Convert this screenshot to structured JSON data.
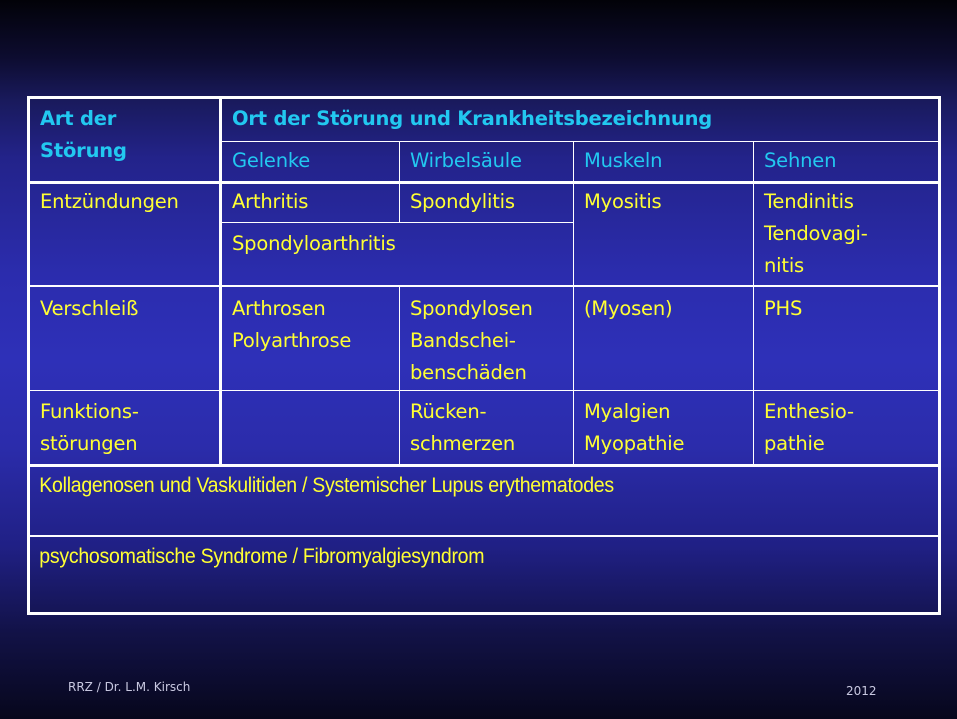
{
  "table": {
    "header": {
      "art": [
        "Art der",
        "Störung"
      ],
      "ort": "Ort der Störung und Krankheitsbezeichnung",
      "columns": [
        "Gelenke",
        "Wirbelsäule",
        "Muskeln",
        "Sehnen"
      ]
    },
    "rows": [
      {
        "label": [
          "Entzündungen"
        ],
        "gelenke": [
          "Arthritis"
        ],
        "wirbelsaeule": [
          "Spondylitis"
        ],
        "spanning": "Spondyloarthritis",
        "muskeln": [
          "Myositis"
        ],
        "sehnen": [
          "Tendinitis",
          "Tendovagi-",
          "nitis"
        ]
      },
      {
        "label": [
          "Verschleiß"
        ],
        "gelenke": [
          "Arthrosen",
          "Polyarthrose"
        ],
        "wirbelsaeule": [
          "Spondylosen",
          "Bandschei-",
          "benschäden"
        ],
        "muskeln": [
          "(Myosen)"
        ],
        "sehnen": [
          "PHS"
        ]
      },
      {
        "label": [
          "Funktions-",
          "störungen"
        ],
        "gelenke": [],
        "wirbelsaeule": [
          "Rücken-",
          "schmerzen"
        ],
        "muskeln": [
          "Myalgien",
          "Myopathie"
        ],
        "sehnen": [
          "Enthesio-",
          "pathie"
        ]
      }
    ],
    "full_rows": [
      "Kollagenosen und Vaskulitiden / Systemischer Lupus erythematodes",
      "psychosomatische Syndrome / Fibromyalgiesyndrom"
    ]
  },
  "footer": {
    "author": "RRZ / Dr. L.M. Kirsch",
    "year": "2012"
  },
  "colors": {
    "header_text": "#22c8f0",
    "body_text": "#ffff33",
    "grid": "#ffffff"
  }
}
